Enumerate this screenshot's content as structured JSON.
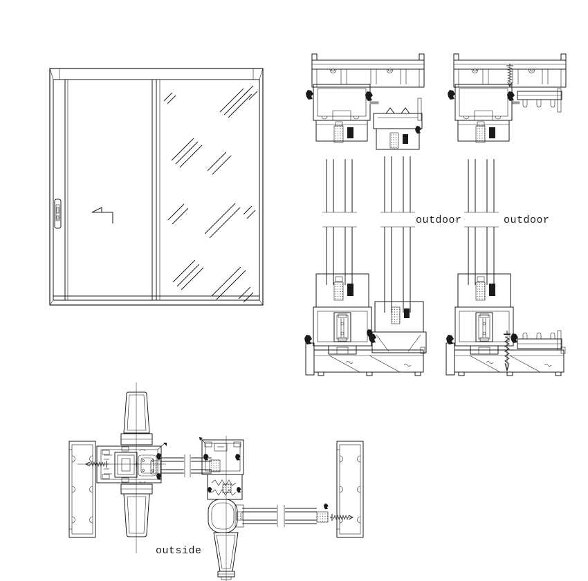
{
  "drawing": {
    "type": "cad-technical-drawing",
    "subject": "sliding-door-section-details",
    "labels": {
      "outdoor_left": "outdoor",
      "outdoor_right": "outdoor",
      "outside": "outside"
    },
    "colors": {
      "line": "#1a1a1a",
      "background": "#ffffff",
      "connector_gray": "#9a9a9a"
    }
  }
}
